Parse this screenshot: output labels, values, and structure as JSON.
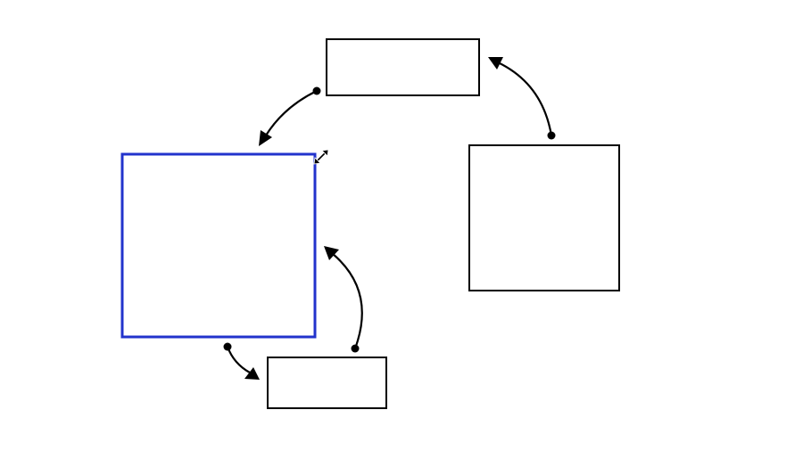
{
  "diagram": {
    "shapes": [
      {
        "id": "rect-top",
        "kind": "rectangle",
        "selected": false
      },
      {
        "id": "rect-left-large",
        "kind": "rectangle",
        "selected": true
      },
      {
        "id": "rect-right",
        "kind": "rectangle",
        "selected": false
      },
      {
        "id": "rect-bottom",
        "kind": "rectangle",
        "selected": false
      }
    ],
    "connectors": [
      {
        "id": "arrow-top-to-left",
        "from": "rect-top",
        "to": "rect-left-large"
      },
      {
        "id": "arrow-right-to-top",
        "from": "rect-right",
        "to": "rect-top"
      },
      {
        "id": "arrow-bottom-to-left",
        "from": "rect-bottom",
        "to": "rect-left-large"
      },
      {
        "id": "arrow-left-to-bottom",
        "from": "rect-left-large",
        "to": "rect-bottom"
      }
    ],
    "selection_color": "#2233cc",
    "stroke_color": "#000000",
    "cursor": "resize-diagonal-icon"
  }
}
